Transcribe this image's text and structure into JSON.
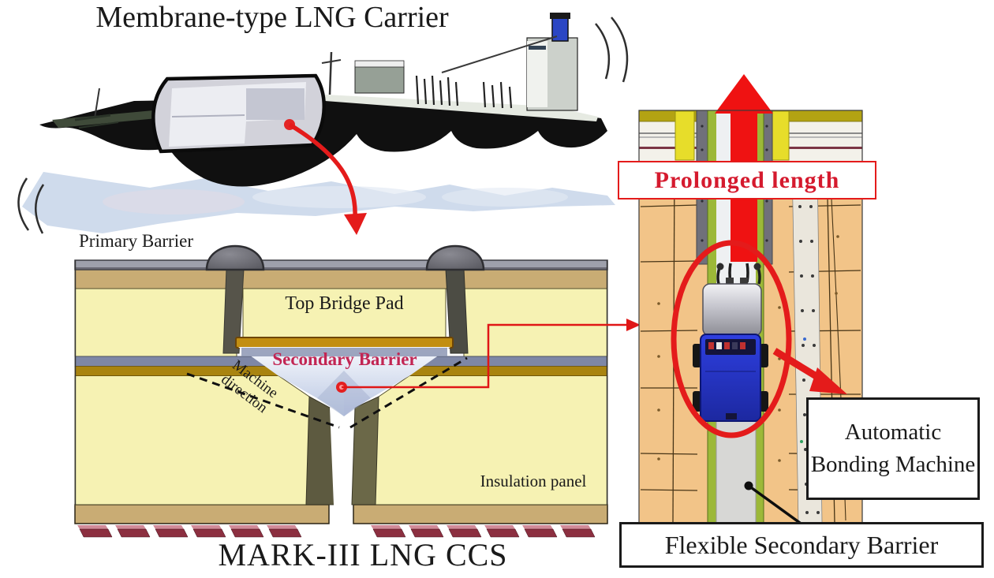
{
  "title": "Membrane-type LNG Carrier",
  "mark3": {
    "caption": "MARK-III LNG CCS",
    "labels": {
      "primary_barrier": "Primary Barrier",
      "top_bridge_pad": "Top Bridge Pad",
      "secondary_barrier": "Secondary Barrier",
      "machine_direction": "Machine direction",
      "insulation_panel": "Insulation panel"
    }
  },
  "detail": {
    "prolonged_length": "Prolonged length",
    "automatic_bonding_machine": "Automatic Bonding Machine",
    "flexible_secondary_barrier": "Flexible Secondary Barrier"
  },
  "colors": {
    "accent_red": "#e41b1b",
    "secondary_barrier_text": "#c22553",
    "prolonged_text": "#d51a2e",
    "foam_yellow": "#f6f2b3",
    "plywood_tan": "#c9ac74",
    "panel_orange": "#f2c488",
    "strip_green": "#9cb838",
    "machine_blue": "#2636cf",
    "label_ink": "#1a1a1a"
  }
}
